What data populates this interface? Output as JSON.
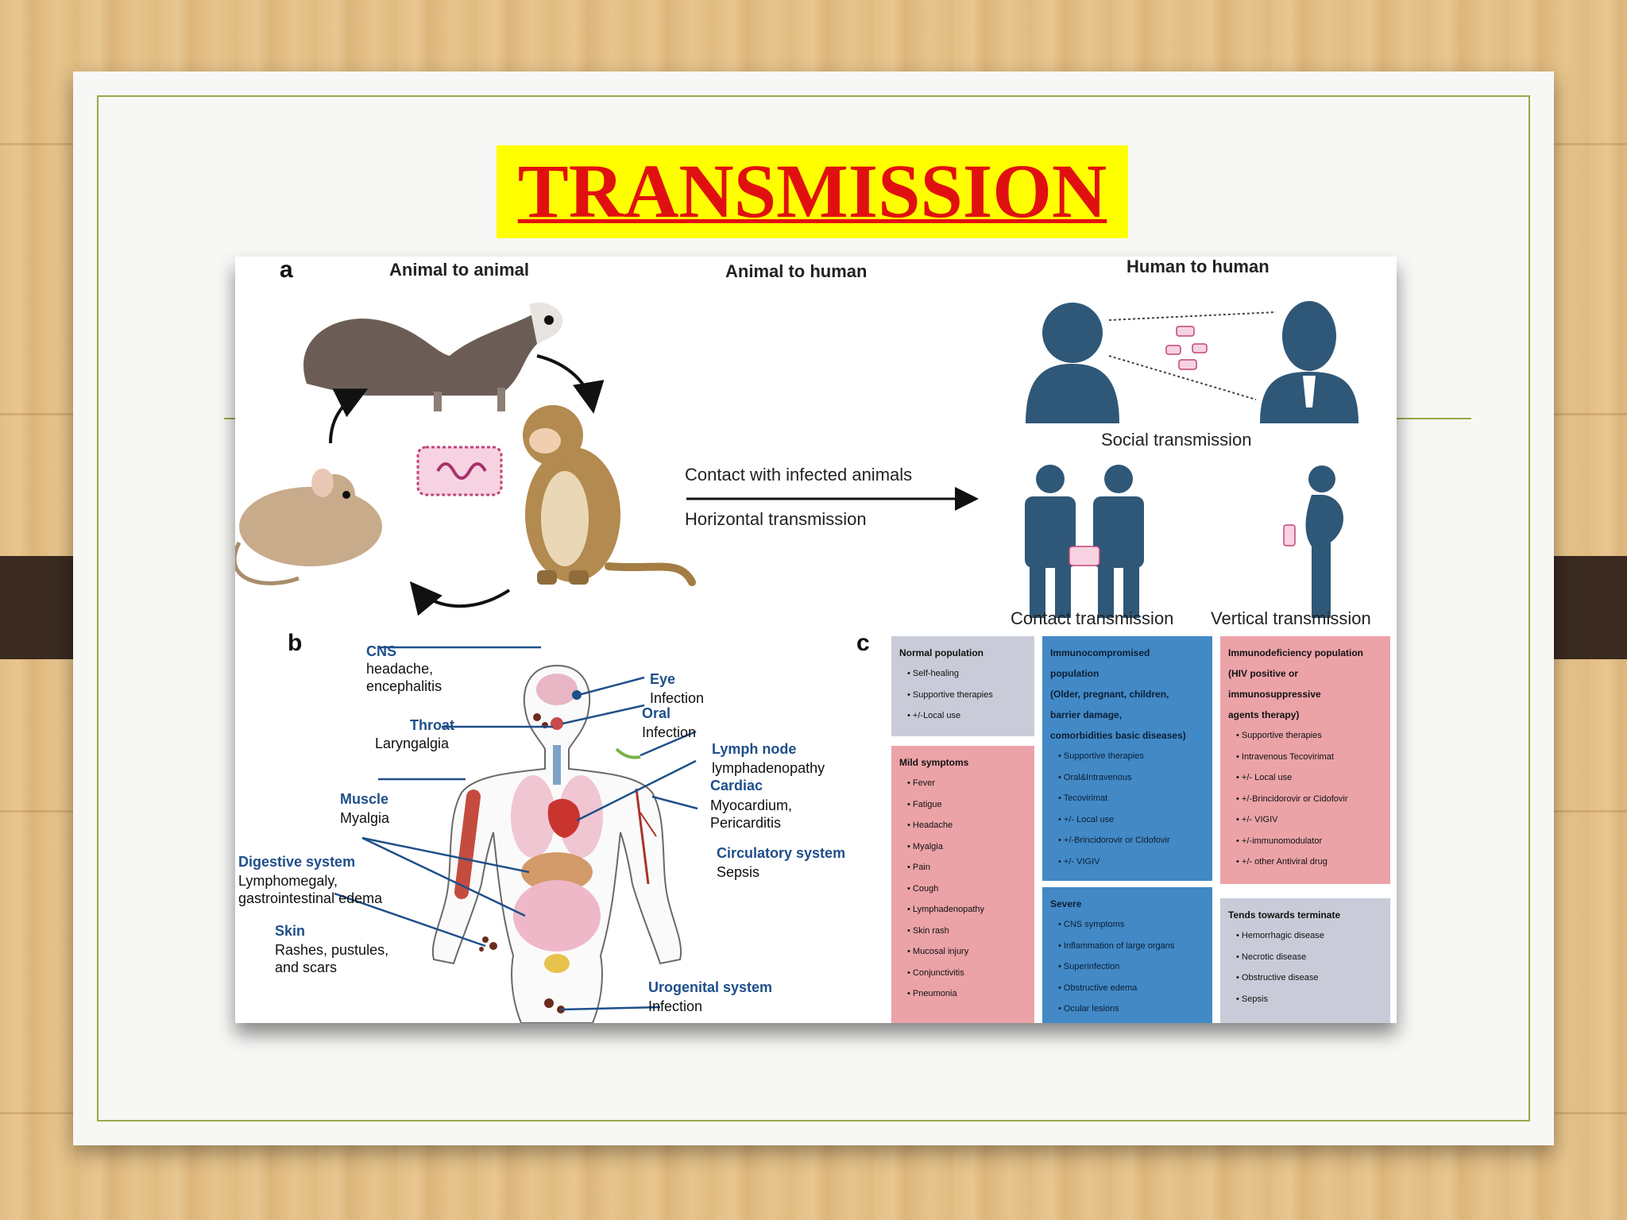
{
  "slide": {
    "title": "TRANSMISSION"
  },
  "panel_a": {
    "letter": "a",
    "headings": [
      "Animal to animal",
      "Animal to human",
      "Human to human"
    ],
    "arrow_labels": [
      "Contact with infected animals",
      "Horizontal transmission"
    ],
    "captions": [
      "Social transmission",
      "Contact transmission",
      "Vertical transmission"
    ]
  },
  "panel_b": {
    "letter": "b",
    "organs": [
      {
        "name": "CNS",
        "detail": "headache,\nencephalitis"
      },
      {
        "name": "Eye",
        "detail": "Infection"
      },
      {
        "name": "Oral",
        "detail": "Infection"
      },
      {
        "name": "Throat",
        "detail": "Laryngalgia"
      },
      {
        "name": "Lymph node",
        "detail": "lymphadenopathy"
      },
      {
        "name": "Cardiac",
        "detail": "Myocardium,\nPericarditis"
      },
      {
        "name": "Muscle",
        "detail": "Myalgia"
      },
      {
        "name": "Circulatory system",
        "detail": "Sepsis"
      },
      {
        "name": "Digestive system",
        "detail": "Lymphomegaly,\ngastrointestinal edema"
      },
      {
        "name": "Skin",
        "detail": "Rashes, pustules,\nand scars"
      },
      {
        "name": "Urogenital system",
        "detail": "Infection"
      }
    ]
  },
  "panel_c": {
    "letter": "c",
    "boxes": [
      {
        "title": "Normal population",
        "items": [
          "Self-healing",
          "Supportive therapies",
          "+/-Local use"
        ]
      },
      {
        "title": "Mild symptoms",
        "items": [
          "Fever",
          "Fatigue",
          "Headache",
          "Myalgia",
          "Pain",
          "Cough",
          "Lymphadenopathy",
          "Skin rash",
          "Mucosal injury",
          "Conjunctivitis",
          "Pneumonia"
        ]
      },
      {
        "title": "Immunocompromised\npopulation\n(Older, pregnant, children,\nbarrier damage,\ncomorbidities basic diseases)",
        "items": [
          "Supportive therapies",
          "Oral&Intravenous",
          "Tecovirimat",
          "+/- Local use",
          "+/-Brincidorovir or Cidofovir",
          "+/- VIGIV"
        ]
      },
      {
        "title": "Severe",
        "items": [
          "CNS symptoms",
          "Inflammation of large organs",
          "Superinfection",
          "Obstructive edema",
          "Ocular lesions"
        ]
      },
      {
        "title": "Immunodeficiency population\n(HIV positive or\nimmunosuppressive\nagents therapy)",
        "items": [
          "Supportive therapies",
          "Intravenous Tecovirimat",
          "+/- Local use",
          "+/-Brincidorovir or Cidofovir",
          "+/- VIGIV",
          "+/-immunomodulator",
          "+/- other Antiviral drug"
        ]
      },
      {
        "title": "Tends towards terminate",
        "items": [
          "Hemorrhagic disease",
          "Necrotic disease",
          "Obstructive disease",
          "Sepsis"
        ]
      }
    ]
  },
  "colors": {
    "title_text": "#e11010",
    "title_highlight": "#ffff00",
    "frame": "#98a84a",
    "figure_icon": "#2f5777",
    "organ_label": "#1f4f8a",
    "box_gray": "#c9ccd8",
    "box_pink": "#eba3a8",
    "box_blue": "#4289c6"
  }
}
